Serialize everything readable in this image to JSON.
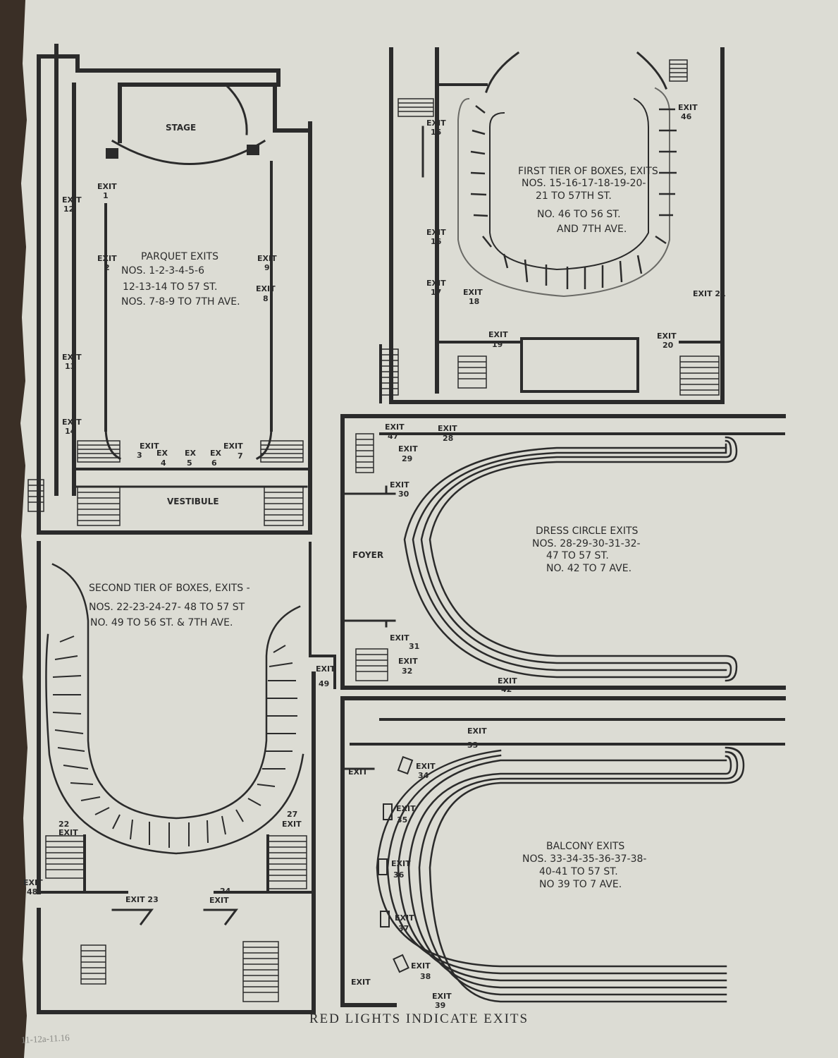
{
  "parquet": {
    "stage": "STAGE",
    "vestibule": "VESTIBULE",
    "exits": [
      "EXIT",
      "1",
      "EXIT",
      "12",
      "EXIT",
      "2",
      "EXIT",
      "9",
      "EXIT",
      "8",
      "EXIT",
      "13",
      "EXIT",
      "14",
      "EXIT",
      "3",
      "EX",
      "4",
      "EX",
      "5",
      "EX",
      "6",
      "EXIT",
      "7"
    ],
    "note": [
      "PARQUET EXITS",
      "NOS. 1-2-3-4-5-6",
      "12-13-14 TO 57 ST.",
      "NOS. 7-8-9 TO 7TH AVE."
    ]
  },
  "first_tier": {
    "exits": [
      "EXIT",
      "15",
      "EXIT",
      "16",
      "EXIT",
      "17",
      "EXIT",
      "18",
      "EXIT",
      "19",
      "EXIT",
      "46",
      "EXIT 21",
      "EXIT",
      "20"
    ],
    "note": [
      "FIRST TIER OF BOXES, EXITS",
      "NOS. 15-16-17-18-19-20-",
      "21 TO 57TH ST.",
      "NO. 46 TO 56 ST.",
      "AND 7TH AVE."
    ]
  },
  "dress_circle": {
    "foyer": "FOYER",
    "exits": [
      "EXIT",
      "47",
      "EXIT",
      "28",
      "EXIT",
      "29",
      "EXIT",
      "30",
      "EXIT",
      "31",
      "EXIT",
      "32",
      "EXIT",
      "42"
    ],
    "note": [
      "DRESS CIRCLE EXITS",
      "NOS. 28-29-30-31-32-",
      "47 TO 57 ST.",
      "NO. 42 TO 7 AVE."
    ]
  },
  "second_tier": {
    "exits": [
      "EXIT",
      "49",
      "22",
      "EXIT",
      "27",
      "EXIT",
      "EXIT",
      "48",
      "EXIT 23",
      "24",
      "EXIT"
    ],
    "note": [
      "SECOND TIER OF BOXES, EXITS -",
      "NOS. 22-23-24-27- 48 TO 57 ST",
      "NO. 49 TO 56 ST. & 7TH AVE."
    ]
  },
  "balcony": {
    "exits": [
      "EXIT",
      "33",
      "EXIT",
      "EXIT",
      "34",
      "EXIT",
      "35",
      "EXIT",
      "36",
      "EXIT",
      "37",
      "EXIT",
      "38",
      "EXIT",
      "39",
      "EXIT"
    ],
    "note": [
      "BALCONY EXITS",
      "NOS. 33-34-35-36-37-38-",
      "40-41 TO 57 ST.",
      "NO 39 TO 7 AVE."
    ]
  },
  "footer": "RED LIGHTS INDICATE EXITS",
  "pencil_note": "11-12a-11.16",
  "colors": {
    "paper": "#dcdcd4",
    "ink": "#2b2b2b"
  }
}
